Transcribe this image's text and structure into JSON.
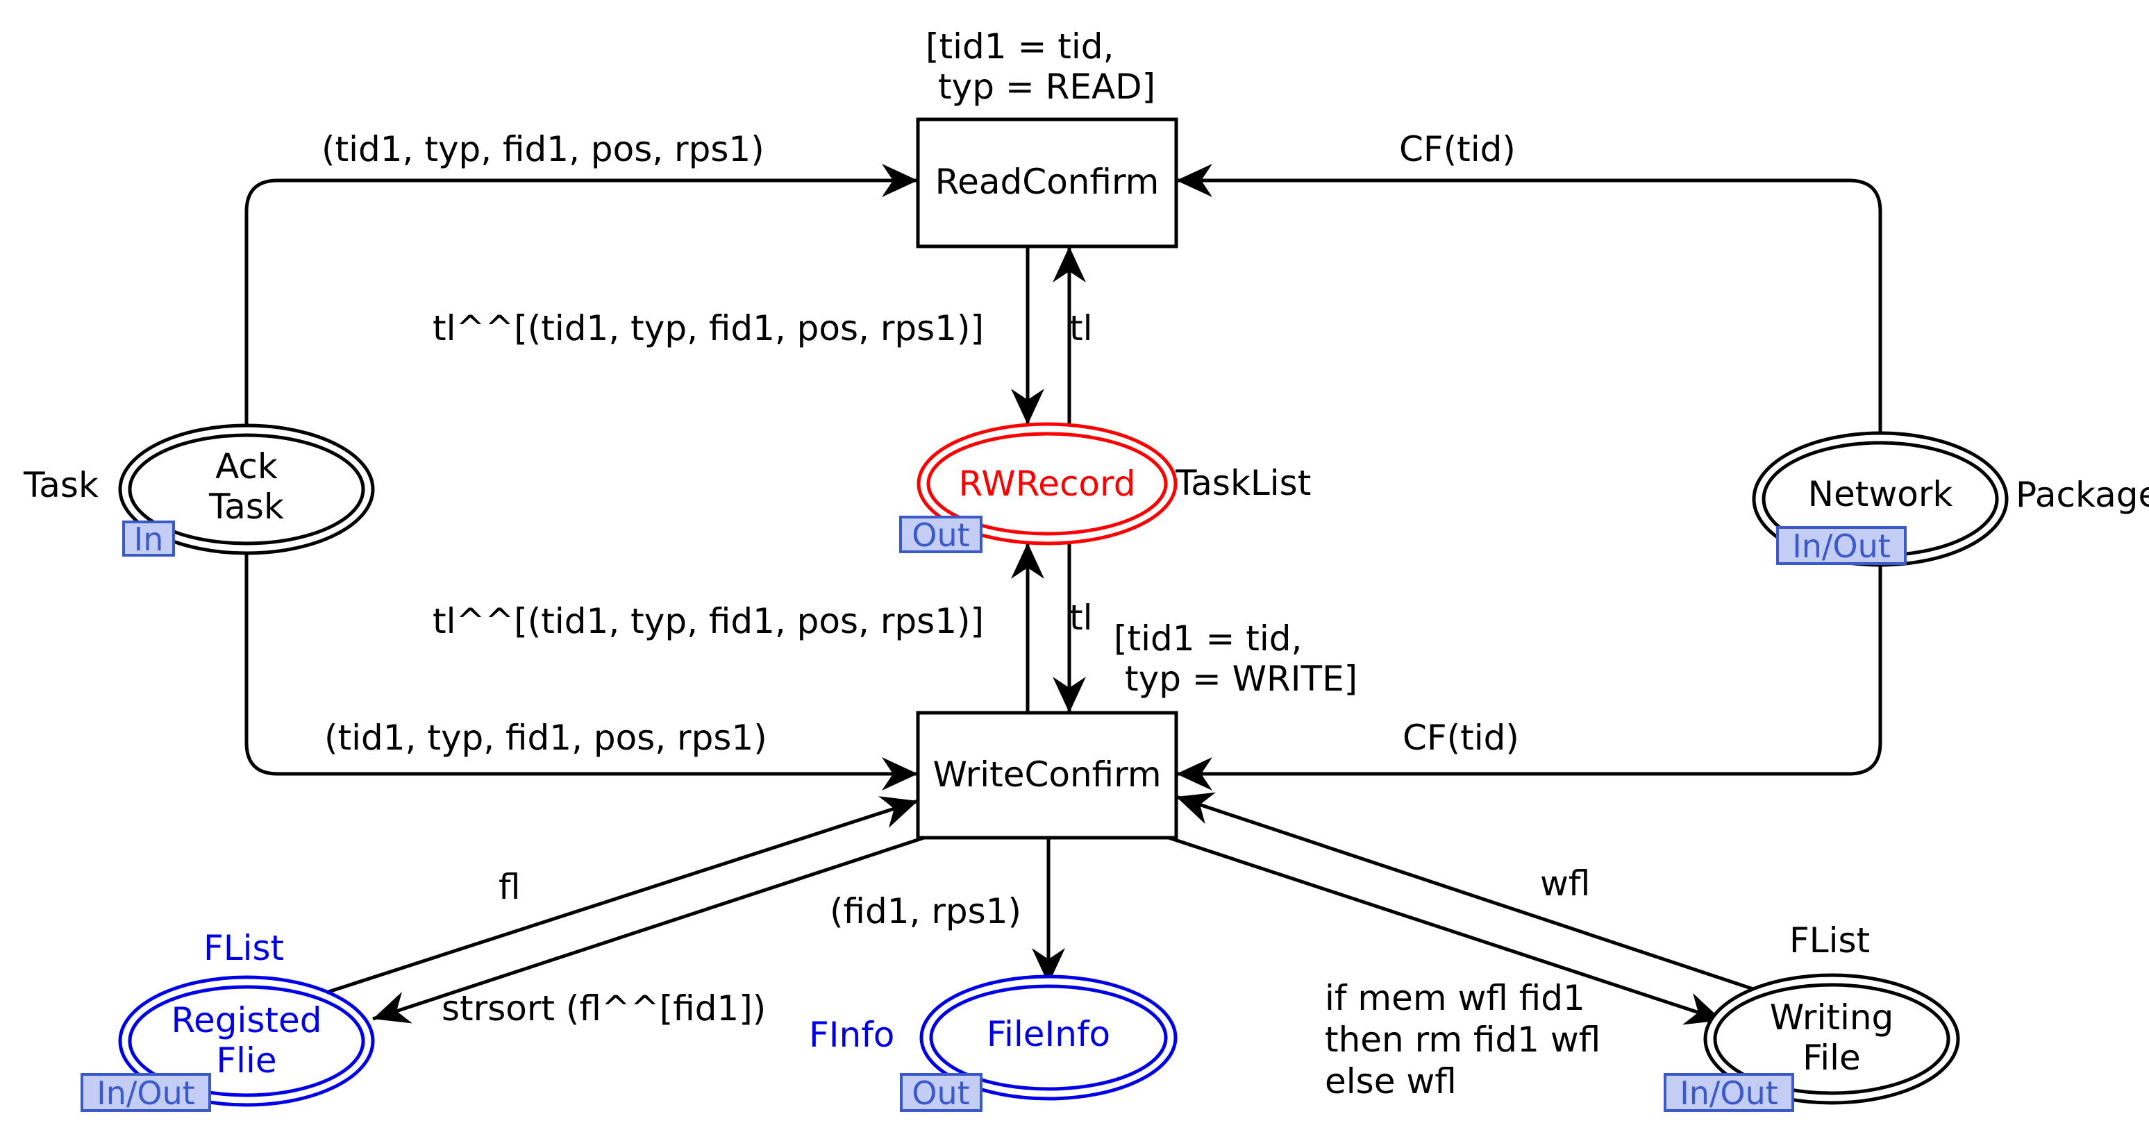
{
  "transitions": {
    "read_confirm": {
      "label": "ReadConfirm",
      "guard_line1": "[tid1 = tid,",
      "guard_line2": "typ = READ]"
    },
    "write_confirm": {
      "label": "WriteConfirm",
      "guard_line1": "[tid1 = tid,",
      "guard_line2": "typ = WRITE]"
    }
  },
  "places": {
    "ack_task": {
      "label_line1": "Ack",
      "label_line2": "Task",
      "type": "Task",
      "port": "In"
    },
    "rw_record": {
      "label": "RWRecord",
      "type": "TaskList",
      "port": "Out",
      "color": "#ff0000"
    },
    "network": {
      "label": "Network",
      "type": "Package",
      "port": "In/Out"
    },
    "registed_file": {
      "label_line1": "Registed",
      "label_line2": "Flie",
      "type": "FList",
      "port": "In/Out",
      "color": "#0000e6"
    },
    "file_info": {
      "label": "FileInfo",
      "type": "FInfo",
      "port": "Out",
      "color": "#0000e6"
    },
    "writing_file": {
      "label_line1": "Writing",
      "label_line2": "File",
      "type": "FList",
      "port": "In/Out"
    }
  },
  "arcs": {
    "ack_to_read": "(tid1, typ, fid1, pos, rps1)",
    "net_to_read": "CF(tid)",
    "read_to_rw": "tl^^[(tid1, typ, fid1, pos, rps1)]",
    "rw_to_read": "tl",
    "write_to_rw": "tl^^[(tid1, typ, fid1, pos, rps1)]",
    "rw_to_write": "tl",
    "ack_to_write": "(tid1, typ, fid1, pos, rps1)",
    "net_to_write": "CF(tid)",
    "reg_to_write": "fl",
    "write_to_reg": "strsort (fl^^[fid1])",
    "write_to_info": "(fid1, rps1)",
    "writing_to_write": "wfl",
    "write_to_writing_line1": "if mem wfl fid1",
    "write_to_writing_line2": "then rm fid1 wfl",
    "write_to_writing_line3": "else wfl"
  },
  "colors": {
    "tag_fill": "#c4cdf3",
    "tag_border": "#3b59c9",
    "red_place": "#ff0000",
    "blue_place": "#0000e6",
    "black": "#000000"
  }
}
